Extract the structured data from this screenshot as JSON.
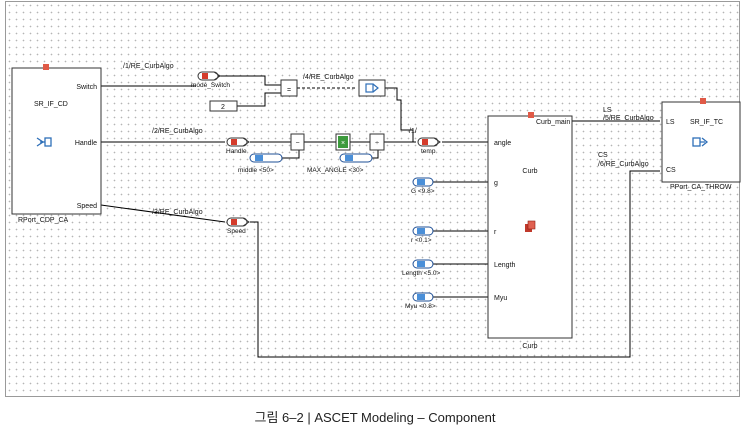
{
  "blocks": {
    "sr_if_cd": {
      "name": "SR_IF_CD",
      "port_switch": "Switch",
      "port_handle": "Handle",
      "port_speed": "Speed",
      "footer": "RPort_CDP_CA"
    },
    "curb": {
      "name": "Curb",
      "footer": "Curb",
      "instance": "Curb_main",
      "inputs": [
        "angle",
        "g",
        "r",
        "Length",
        "Myu"
      ]
    },
    "sr_if_tc": {
      "name": "SR_IF_TC",
      "port_ls": "LS",
      "port_cs": "CS",
      "footer": "PPort_CA_THROW"
    }
  },
  "messages": {
    "mode_switch": "mode_Switch",
    "handle": "Handle",
    "temp": "temp",
    "speed": "Speed"
  },
  "constants": {
    "two": "2",
    "middle": "middle <50>",
    "max_angle": "MAX_ANGLE <30>",
    "g": "G <9.8>",
    "r": "r <0.1>",
    "length": "Length <5.0>",
    "myu": "Myu <0.8>"
  },
  "sequence_labels": {
    "s1": "/1/RE_CurbAlgo",
    "s2": "/2/RE_CurbAlgo",
    "s3": "/3/RE_CurbAlgo",
    "s4": "/4/RE_CurbAlgo",
    "s1b": "/1/",
    "ls_name": "LS",
    "s5": "/5/RE_CurbAlgo",
    "cs_name": "CS",
    "s6": "/6/RE_CurbAlgo"
  },
  "operators": {
    "eq": "=",
    "minus": "−",
    "mul": "×",
    "div": "÷"
  },
  "icons": {
    "sr_if_cd": "required-port-icon",
    "sr_if_tc": "provided-port-icon",
    "curb": "class-icon",
    "if_block": "if-then-icon"
  },
  "colors": {
    "pin": "#e05a47",
    "const_body": "#4a8fd8",
    "const_border": "#1e4f96",
    "mul": "#3c9a3c",
    "message": "#d43b2b",
    "port_icon": "#2e6fb8",
    "class_icon": "#c0392b"
  },
  "caption": "그림 6–2 | ASCET Modeling – Component"
}
